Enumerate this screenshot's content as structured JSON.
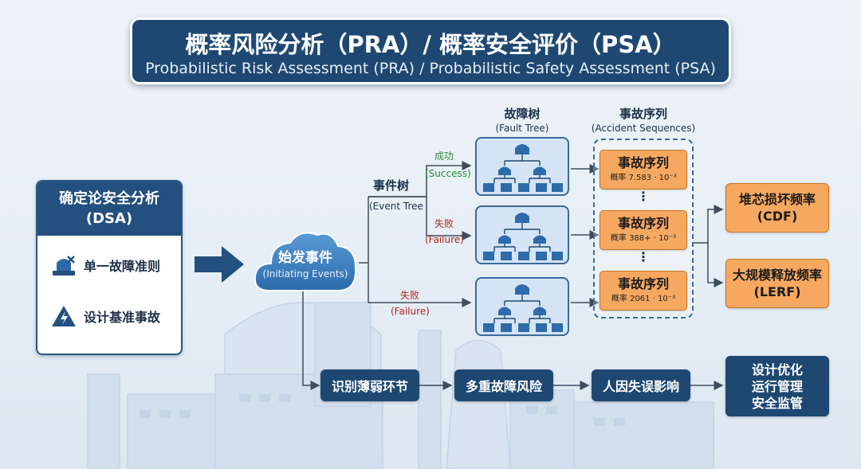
{
  "title": {
    "main": "概率风险分析（PRA）/ 概率安全评价（PSA）",
    "sub": "Probabilistic Risk Assessment (PRA) / Probabilistic Safety Assessment (PSA)"
  },
  "dsa": {
    "title": "确定论安全分析",
    "title_abbr": "(DSA)",
    "items": [
      {
        "label": "单一故障准则",
        "icon": "siren-icon"
      },
      {
        "label": "设计基准事故",
        "icon": "hazard-icon"
      }
    ]
  },
  "initiating": {
    "label": "始发事件",
    "sub": "(Initiating Events)"
  },
  "event_tree": {
    "label": "事件树",
    "sub": "(Event Tree"
  },
  "branches": {
    "success": {
      "cn": "成功",
      "en": "(Success)"
    },
    "failure_1": {
      "cn": "失败",
      "en": "(Failure)"
    },
    "failure_2": {
      "cn": "失败",
      "en": "(Failure)"
    }
  },
  "fault_tree": {
    "label": "故障树",
    "sub": "(Fault Tree)"
  },
  "accident_sequences": {
    "label": "事故序列",
    "sub": "(Accident Sequences)",
    "cards": [
      {
        "title": "事故序列",
        "prob": "概率 7.583 · 10⁻³"
      },
      {
        "title": "事故序列",
        "prob": "概率 388+ · 10⁻³"
      },
      {
        "title": "事故序列",
        "prob": "概率 2061 · 10⁻³"
      }
    ],
    "dots": "⋮"
  },
  "results": [
    {
      "cn": "堆芯损坏频率",
      "en": "(CDF)"
    },
    {
      "cn": "大规模释放频率",
      "en": "(LERF)"
    }
  ],
  "bottom_flow": [
    "识别薄弱环节",
    "多重故障风险",
    "人因失误影响"
  ],
  "outcome": [
    "设计优化",
    "运行管理",
    "安全监管"
  ],
  "colors": {
    "navy": "#1e4872",
    "orange": "#f6a860",
    "fault_tree_fill": "#d4e4f5",
    "success_green": "#2d8c39",
    "failure_red": "#b3261e",
    "cloud_blue": "#3d82c4"
  }
}
